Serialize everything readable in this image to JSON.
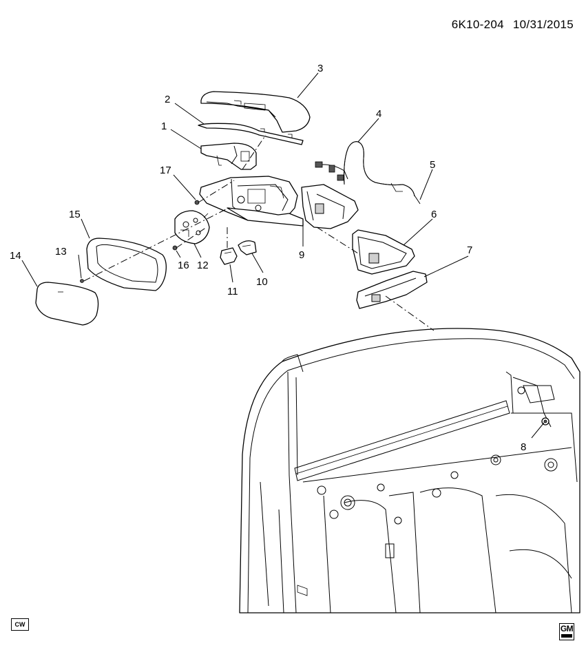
{
  "header": {
    "diagram_code": "6K10-204",
    "date": "10/31/2015"
  },
  "callouts": [
    "1",
    "2",
    "3",
    "4",
    "5",
    "6",
    "7",
    "8",
    "9",
    "10",
    "11",
    "12",
    "13",
    "14",
    "15",
    "16",
    "17"
  ],
  "footer": {
    "badge": "CW",
    "logo_text": "GM"
  }
}
